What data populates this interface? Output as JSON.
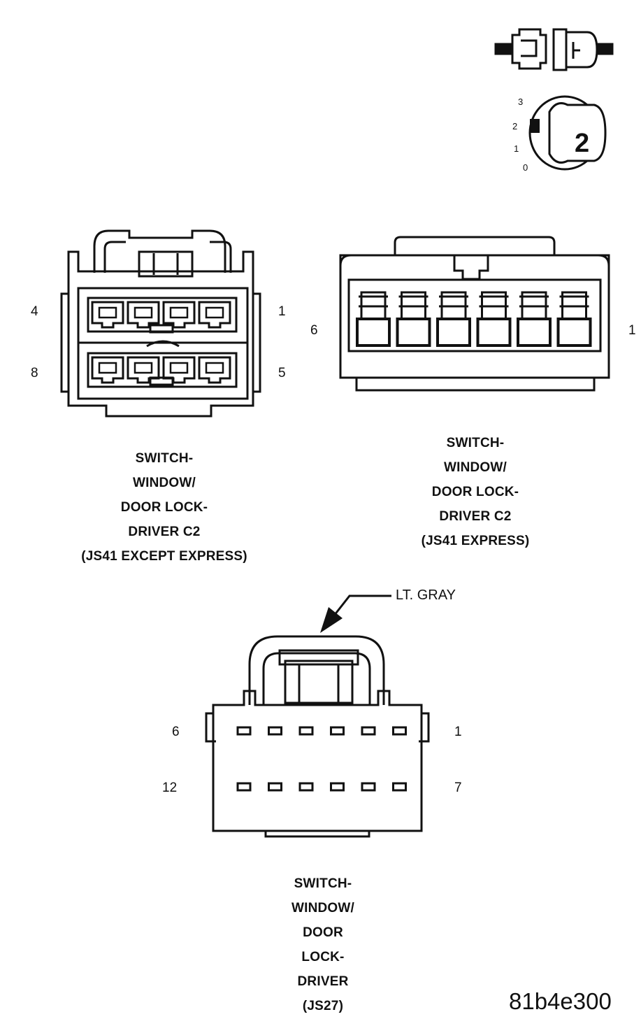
{
  "connectors": [
    {
      "caption_lines": [
        "SWITCH-",
        "WINDOW/",
        "DOOR LOCK-",
        "DRIVER C2",
        "(JS41 EXCEPT EXPRESS)"
      ],
      "pin_labels": {
        "top_left": "4",
        "top_right": "1",
        "bottom_left": "8",
        "bottom_right": "5"
      }
    },
    {
      "caption_lines": [
        "SWITCH-",
        "WINDOW/",
        "DOOR LOCK-",
        "DRIVER C2",
        "(JS41 EXPRESS)"
      ],
      "pin_labels": {
        "left": "6",
        "right": "1"
      }
    },
    {
      "caption_lines": [
        "SWITCH-",
        "WINDOW/",
        "DOOR",
        "LOCK-",
        "DRIVER",
        "(JS27)"
      ],
      "pin_labels": {
        "top_left": "6",
        "top_right": "1",
        "bottom_left": "12",
        "bottom_right": "7"
      },
      "color_label": "LT. GRAY"
    }
  ],
  "legend_icons": {
    "connector_icon": "connector-pair-icon",
    "view_icon": "view-number-icon",
    "view_number": "2",
    "scale_labels": [
      "3",
      "2",
      "1",
      "0"
    ]
  },
  "figure_id": "81b4e300"
}
